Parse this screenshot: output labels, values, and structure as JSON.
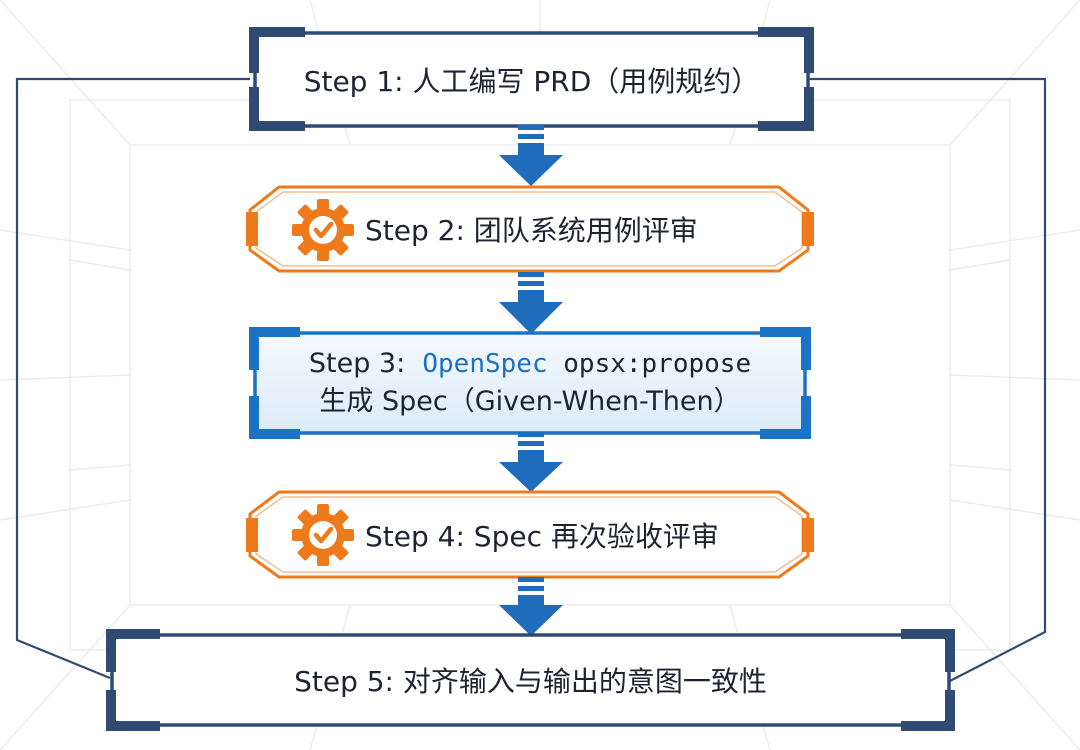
{
  "colors": {
    "navy": "#2f4a73",
    "orange": "#ee7a1c",
    "blue": "#1c72c4",
    "blue_fill": "#e6f1fb",
    "arrow": "#1f6cbd",
    "text": "#1d2430",
    "openspec": "#1a6fc7"
  },
  "steps": [
    {
      "label": "Step 1:  人工编写 PRD（用例规约）"
    },
    {
      "label": "Step 2:  团队系统用例评审",
      "icon": "gear-check-icon"
    },
    {
      "prefix": "Step 3:  ",
      "openspec": "OpenSpec",
      "command": " opsx:propose",
      "line2": "生成 Spec（Given-When-Then）"
    },
    {
      "label": "Step 4:  Spec 再次验收评审",
      "icon": "gear-check-icon"
    },
    {
      "label": "Step 5:  对齐输入与输出的意图一致性"
    }
  ]
}
